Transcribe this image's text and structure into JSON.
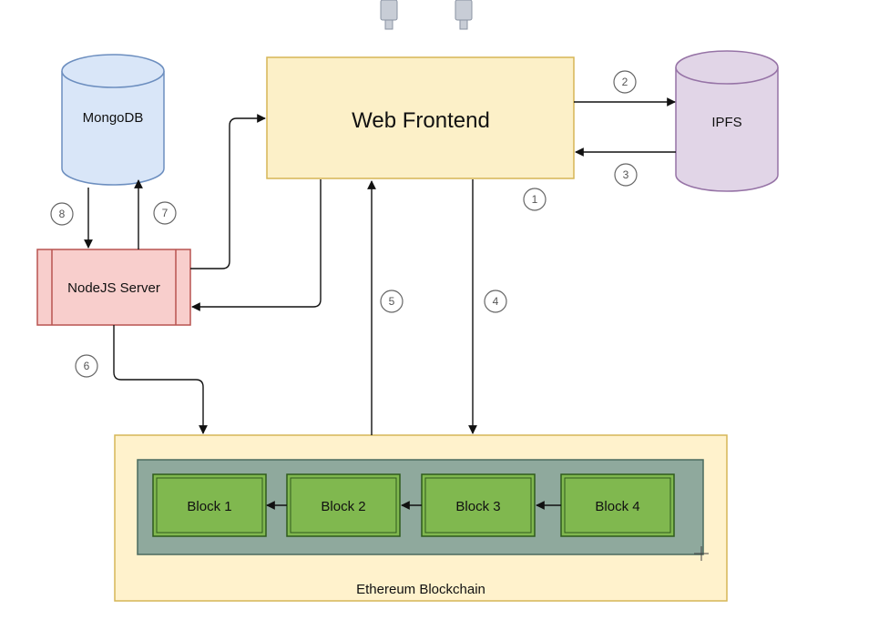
{
  "diagram": {
    "nodes": {
      "web_frontend": {
        "label": "Web Frontend",
        "fill": "#fcf0c8",
        "stroke": "#d6b656"
      },
      "mongodb": {
        "label": "MongoDB",
        "fill": "#d9e6f8",
        "stroke": "#6c8ebf"
      },
      "ipfs": {
        "label": "IPFS",
        "fill": "#e1d5e7",
        "stroke": "#9673a6"
      },
      "nodejs_server": {
        "label": "NodeJS Server",
        "fill": "#f8cecc",
        "stroke": "#b85450"
      },
      "ethereum_blockchain": {
        "label": "Ethereum Blockchain",
        "fill": "#fff2cc",
        "stroke": "#d6b656"
      },
      "chain_container": {
        "fill": "#8fa99d",
        "stroke": "#4a6b5f"
      },
      "blocks": [
        {
          "id": "block1",
          "label": "Block 1"
        },
        {
          "id": "block2",
          "label": "Block 2"
        },
        {
          "id": "block3",
          "label": "Block 3"
        },
        {
          "id": "block4",
          "label": "Block 4"
        }
      ],
      "block_fill": "#80b84f",
      "block_stroke": "#2f5a1c"
    },
    "steps": [
      {
        "id": "s1",
        "label": "1"
      },
      {
        "id": "s2",
        "label": "2"
      },
      {
        "id": "s3",
        "label": "3"
      },
      {
        "id": "s4",
        "label": "4"
      },
      {
        "id": "s5",
        "label": "5"
      },
      {
        "id": "s6",
        "label": "6"
      },
      {
        "id": "s7",
        "label": "7"
      },
      {
        "id": "s8",
        "label": "8"
      }
    ]
  }
}
